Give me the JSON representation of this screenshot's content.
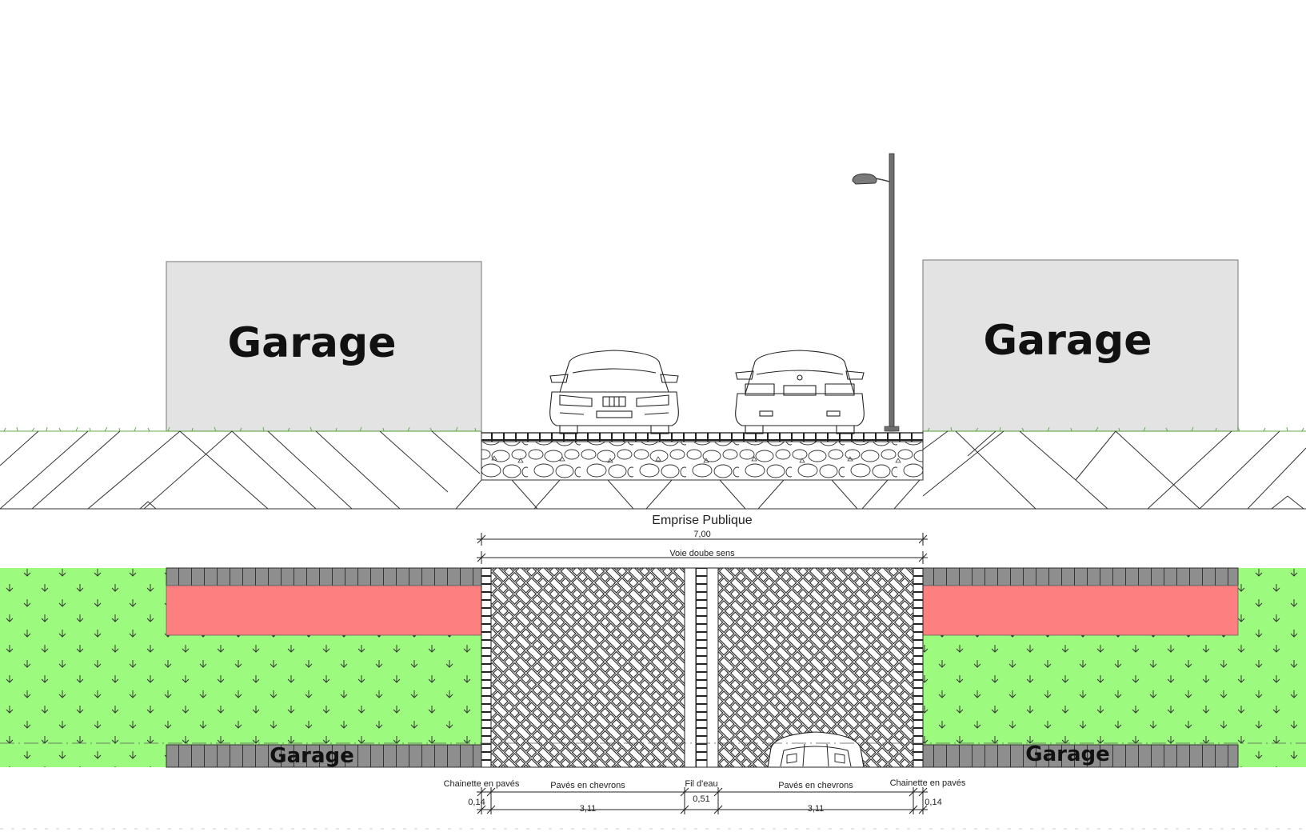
{
  "section": {
    "garage_left": "Garage",
    "garage_right": "Garage"
  },
  "plan": {
    "garage_left": "Garage",
    "garage_right": "Garage"
  },
  "dimensions": {
    "emprise_label": "Emprise Publique",
    "total_width": "7,00",
    "voie_label": "Voie doube sens",
    "chainette_left": "Chainette en pavés",
    "paves_left": "Pavés en chevrons",
    "fil_deau": "Fil d'eau",
    "paves_right": "Pavés en chevrons",
    "chainette_right": "Chainette en pavés",
    "chainette_left_value": "0,14",
    "paves_left_value": "3,11",
    "fil_deau_value": "0,51",
    "paves_right_value": "3,11",
    "chainette_right_value": "0,14"
  },
  "colors": {
    "garage_fill": "#e3e3e3",
    "lawn_green": "#9cfb7e",
    "parking_red": "#fd7f7f",
    "curb_gray": "#8e8e8e",
    "pole_gray": "#6f6f6f"
  }
}
